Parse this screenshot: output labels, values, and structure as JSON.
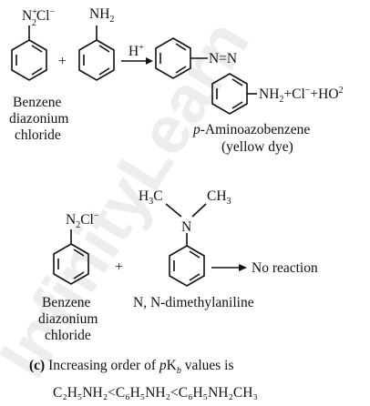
{
  "reaction1": {
    "reactant1_formula": "N",
    "reactant1_plus": "+",
    "reactant1_charge": "+",
    "reactant1_sub": "2",
    "reactant1_cl": "Cl",
    "reactant1_minus": "−",
    "plus_sign": "+",
    "reactant2_formula": "NH",
    "reactant2_sub": "2",
    "catalyst": "H",
    "catalyst_sup": "+",
    "azo_group": "N=N",
    "product_tail": "NH",
    "product_tail_sub": "2",
    "product_byproducts": "+Cl",
    "product_cl_sup": "−",
    "product_ho": "+HO",
    "product_ho_sup": "2",
    "reactant1_name": [
      "Benzene",
      "diazonium",
      "chloride"
    ],
    "product_name_prefix": "p",
    "product_name": "-Aminoazobenzene",
    "product_note": "(yellow dye)"
  },
  "reaction2": {
    "reactant1_formula": "N",
    "reactant1_sub": "2",
    "reactant1_cl": "Cl",
    "reactant1_minus": "−",
    "plus_sign": "+",
    "methyl_left": "H",
    "methyl_left_sub": "3",
    "methyl_left_c": "C",
    "methyl_right": "CH",
    "methyl_right_sub": "3",
    "nitrogen": "N",
    "result": "No reaction",
    "reactant1_name": [
      "Benzene",
      "diazonium",
      "chloride"
    ],
    "reactant2_name": "N, N-dimethylaniline"
  },
  "part_c": {
    "label": "(c)",
    "text_before": " Increasing order of ",
    "pkb_p": "p",
    "pkb_K": "K",
    "pkb_b": "b",
    "text_after": " values is",
    "order": "C₂H₅NH₂<C₆H₅NH₂<C₆H₅NH₂CH₃"
  },
  "watermark": "InfinityLearn"
}
